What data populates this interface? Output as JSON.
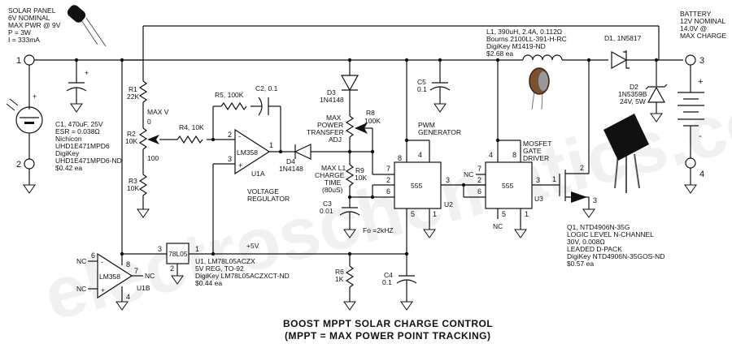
{
  "title": {
    "line1": "BOOST MPPT SOLAR CHARGE CONTROL",
    "line2": "(MPPT = MAX POWER POINT TRACKING)"
  },
  "watermark": "electroschematics.com",
  "solar_panel": [
    "SOLAR PANEL",
    "6V NOMINAL",
    "MAX PWR @ 9V",
    "P = 3W",
    "I = 333mA"
  ],
  "battery": [
    "BATTERY",
    "12V NOMINAL",
    "14.0V @",
    "MAX CHARGE"
  ],
  "terminals": [
    "1",
    "2",
    "3",
    "4"
  ],
  "c1": [
    "C1, 470uF, 25V",
    "ESR = 0.038Ω",
    "Nichicon",
    "UHD1E471MPD6",
    "DigiKey",
    "UHD1E471MPD6-ND",
    "$0.42 ea"
  ],
  "r1": [
    "R1",
    "22K"
  ],
  "r2": [
    "R2",
    "10K"
  ],
  "r3": [
    "R3",
    "10K"
  ],
  "r2_scale": {
    "top_label": "MAX V",
    "top": "0",
    "bottom": "100"
  },
  "r4": "R4, 10K",
  "r5": "R5, 100K",
  "c2": "C2, 0.1",
  "u1a": {
    "part": "LM358",
    "ref": "U1A",
    "pins": {
      "inv": "2",
      "noninv": "3",
      "out": "1"
    },
    "inv_sign": "-",
    "noninv_sign": "+",
    "function": [
      "VOLTAGE",
      "REGULATOR"
    ]
  },
  "d4": [
    "D4",
    "1N4148"
  ],
  "d3": [
    "D3",
    "1N4148"
  ],
  "r8": {
    "ref": [
      "R8",
      "100K"
    ],
    "function": [
      "MAX",
      "POWER",
      "TRANSFER",
      "ADJ"
    ]
  },
  "r9": {
    "ref": [
      "R9",
      "10K"
    ],
    "function": [
      "MAX L1",
      "CHARGE",
      "TIME",
      "(80uS)"
    ]
  },
  "c3": [
    "C3",
    "0.01"
  ],
  "fo": "Fo =2kHZ",
  "c5": [
    "C5",
    "0.1"
  ],
  "u2": {
    "part": "555",
    "ref": "U2",
    "function": [
      "PWM",
      "GENERATOR"
    ],
    "pins": [
      "8",
      "4",
      "7",
      "2",
      "6",
      "3",
      "5",
      "1"
    ]
  },
  "u3": {
    "part": "555",
    "ref": "U3",
    "function": [
      "MOSFET",
      "GATE",
      "DRIVER"
    ],
    "pins": [
      "4",
      "8",
      "7",
      "2",
      "6",
      "3",
      "5",
      "1"
    ],
    "nc": "NC"
  },
  "l1": [
    "L1, 390uH, 2.4A, 0.112Ω",
    "Bourns 2100LL-391-H-RC",
    "DigiKey M1419-ND",
    "$2.68 ea"
  ],
  "d1": "D1, 1N5817",
  "d2": [
    "D2",
    "1N5359B",
    "24V, 5W"
  ],
  "q1": {
    "pins": [
      "1",
      "2",
      "3"
    ],
    "desc": [
      "Q1, NTD4906N-35G",
      "LOGIC LEVEL N-CHANNEL",
      "30V, 0.008Ω",
      "LEADED D-PACK",
      "DigiKey NTD4906N-35GOS-ND",
      "$0.57 ea"
    ]
  },
  "u1": {
    "part": "78L05",
    "pins": [
      "3",
      "1",
      "2"
    ],
    "desc": [
      "U1, LM78L05ACZX",
      "5V REG, TO-92",
      "DigiKey LM78L05ACZXCT-ND",
      "$0.44 ea"
    ]
  },
  "rail_5v": "+5V",
  "r6": [
    "R6",
    "1K"
  ],
  "c4": [
    "C4",
    "0.1"
  ],
  "u1b": {
    "part": "LM358",
    "ref": "U1B",
    "pins": [
      "6",
      "8",
      "7",
      "4"
    ],
    "nc": "NC",
    "inv_sign": "-",
    "noninv_sign": "+"
  },
  "battery_signs": {
    "plus": "+",
    "minus": "-"
  },
  "cap_sign": "+"
}
